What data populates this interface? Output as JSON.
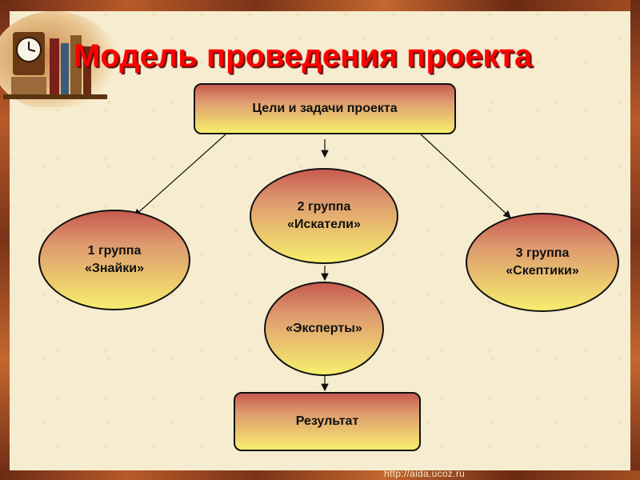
{
  "slide": {
    "title": "Модель проведения проекта",
    "watermark": "http://aida.ucoz.ru"
  },
  "nodes": {
    "goals": {
      "label": "Цели и задачи проекта"
    },
    "group1": {
      "line1": "1 группа",
      "line2": "«Знайки»"
    },
    "group2": {
      "line1": "2 группа",
      "line2": "«Искатели»"
    },
    "group3": {
      "line1": "3 группа",
      "line2": "«Скептики»"
    },
    "experts": {
      "label": "«Эксперты»"
    },
    "result": {
      "label": "Результат"
    }
  },
  "colors": {
    "title": "#ff0000",
    "node_top": "#c75a4f",
    "node_bottom": "#f6ee6e",
    "border": "#111111"
  },
  "icons": [
    "clock-icon",
    "books-icon"
  ]
}
